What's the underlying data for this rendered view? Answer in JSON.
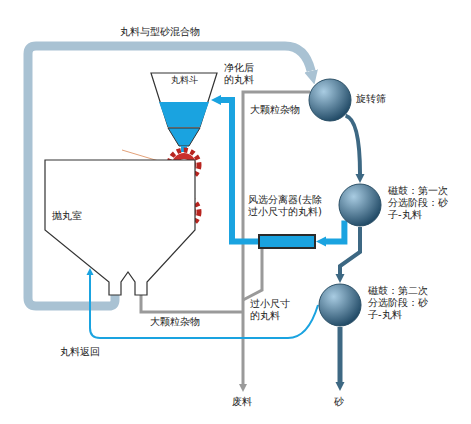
{
  "diagram": {
    "nodes": [
      {
        "text": [
          "丸料斗"
        ]
      },
      {
        "text": [
          "抛丸室"
        ]
      },
      {
        "text": [
          "旋转筛"
        ]
      },
      {
        "text": [
          "风选分离器(去除过小尺寸的丸料)"
        ]
      },
      {
        "text": [
          "磁鼓：第一次分选阶段：砂子-丸料"
        ]
      },
      {
        "text": [
          "磁鼓：第二次分选阶段：砂子-丸料"
        ]
      }
    ],
    "edges": [
      {
        "from": 1,
        "to": 2,
        "label": "丸料与型砂混合物",
        "arrow": "to"
      },
      {
        "from": 2,
        "to": 4,
        "arrow": "to"
      },
      {
        "from": 4,
        "to": 3,
        "arrow": "to"
      },
      {
        "from": 3,
        "to": 0,
        "label": "净化后的丸料",
        "arrow": "to"
      },
      {
        "from": 4,
        "to": 5,
        "arrow": "to"
      },
      {
        "from": 5,
        "to": 1,
        "label": "丸料返回",
        "arrow": "to"
      }
    ],
    "labels": [
      "大颗粒杂物",
      "大颗粒杂物",
      "过小尺寸的丸料",
      "废料",
      "砂"
    ]
  }
}
